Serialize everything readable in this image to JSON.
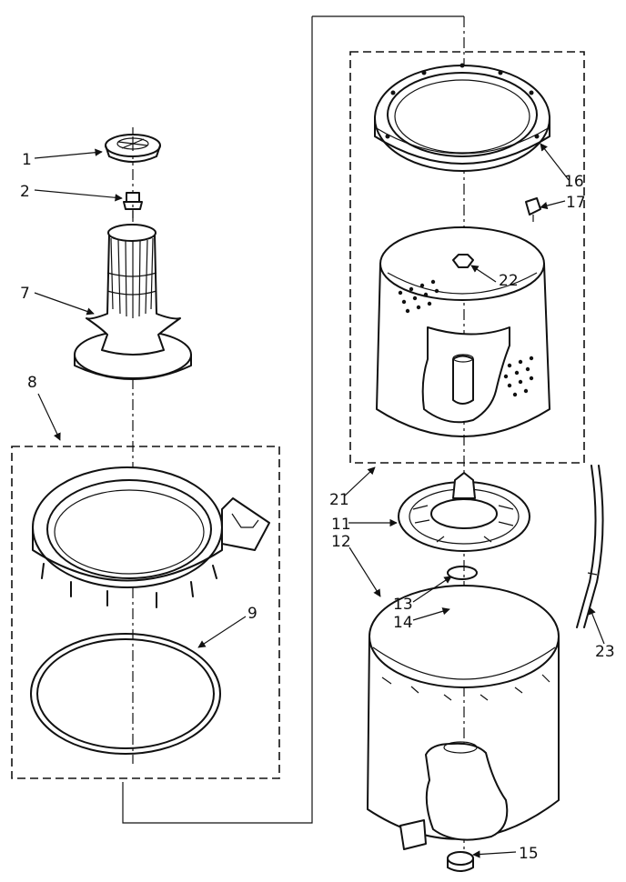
{
  "callouts": {
    "c1": "1",
    "c2": "2",
    "c7": "7",
    "c8": "8",
    "c9": "9",
    "c11": "11",
    "c12": "12",
    "c13": "13",
    "c14": "14",
    "c15": "15",
    "c16": "16",
    "c17": "17",
    "c21": "21",
    "c22": "22",
    "c23": "23"
  }
}
